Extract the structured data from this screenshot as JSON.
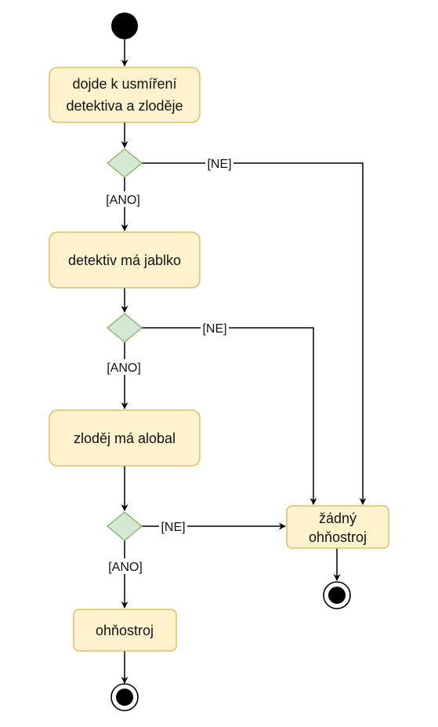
{
  "nodes": {
    "reconcile": {
      "line1": "dojde k usmíření",
      "line2": "detektiva a zloděje"
    },
    "apple": "detektiv má jablko",
    "foil": "zloděj má alobal",
    "fireworks": "ohňostroj",
    "no_fireworks": {
      "line1": "žádný",
      "line2": "ohňostroj"
    }
  },
  "edge_labels": {
    "d1_yes": "[ANO]",
    "d1_no": "[NE]",
    "d2_yes": "[ANO]",
    "d2_no": "[NE]",
    "d3_yes": "[ANO]",
    "d3_no": "[NE]"
  },
  "colors": {
    "action_fill": "#fff2cc",
    "action_stroke": "#d6b656",
    "decision_fill": "#d5e8d4",
    "decision_stroke": "#82b366"
  }
}
